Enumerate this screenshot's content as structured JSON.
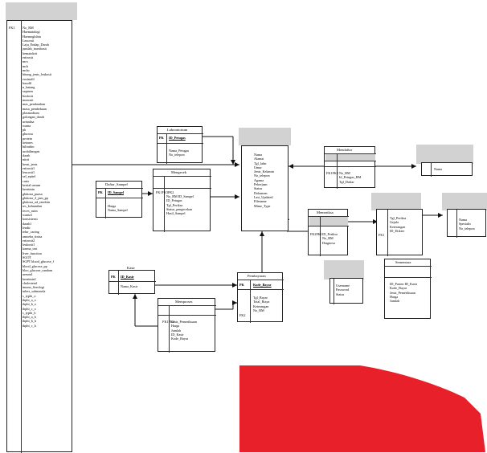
{
  "entities": {
    "hematologi": {
      "title": "",
      "fk_tags": [
        "FK1"
      ],
      "attributes": [
        "No_RM",
        "Haematologi",
        "Haemoglobin",
        "Leucosit",
        "Laju_Endap_Darah",
        "jumlah_trombosit",
        "hematokrit",
        "eritrosit",
        "mcv",
        "mch",
        "mchc",
        "hitung_jenis_leukosit",
        "eosinofil",
        "basofil",
        "n_batang",
        "segmen",
        "limfosit",
        "monosit",
        "mas_pendarahan",
        "masa_pembekuan",
        "plasmodium",
        "golongan_darah",
        "urinalisa",
        "warna",
        "ph",
        "glucosa",
        "protein",
        "ketones",
        "bilirubin",
        "urobilinogen",
        "darah",
        "nitrit",
        "berat_jenis",
        "eritrosit1",
        "leucosit1",
        "sel_epitel",
        "casts",
        "kristal ureum",
        "kreatinin",
        "glukosa_puasa",
        "glukosa_2_jam_pp",
        "glukosa_ad_random",
        "tes_kehamilan",
        "feces_rutin",
        "warna1",
        "konsistensi",
        "darah1",
        "lendir",
        "telur_cacing",
        "amoeba_tinisa",
        "eritrosit2",
        "leukosit1",
        "karma_test",
        "liver_function",
        "SGOT",
        "SGPT blood_glucose_f",
        "blood_glucose_pp",
        "bloo_glucose_random",
        "ureum1",
        "kreatinin1",
        "cholesterol",
        "imuno_Serologi",
        "tubex_salmonela",
        "s_typhi_o",
        "thphi_a_o",
        "thphi_b_o",
        "thphi_c_o",
        "s_typhi_h",
        "thphi_a_h",
        "thphi_b_h",
        "thphi_c_h"
      ]
    },
    "laboratorium": {
      "title": "Laboratorium",
      "pk_tag": "PK",
      "pk": "ID_Petugas",
      "attributes": [
        "Nama_Petugas",
        "No_telepon"
      ]
    },
    "mengecek": {
      "title": "Mengecek",
      "fk_tags": [
        "",
        "FK1",
        "FK3",
        "FK2"
      ],
      "attributes": [
        "No_RM ID_Sampel",
        "ID_Petugas",
        "Tgl_Periksa",
        "Status_pengecekan",
        "Hasil_Sampel"
      ]
    },
    "daftar_sampel": {
      "title": "Daftar_Sampel",
      "pk_tag": "PK",
      "pk": "ID_Sampel",
      "attributes": [
        "Harga",
        "Nama_Sampel"
      ]
    },
    "pasien": {
      "title": "",
      "attributes": [
        "Nama",
        "Alamat",
        "Tgl_lahir",
        "Umur",
        "Jenis_Kelamin",
        "No_telepon",
        "Agama",
        "Pekerjaan",
        "Status",
        "Dokumen",
        "Last_Updated",
        "Filename",
        "Mime_Type"
      ]
    },
    "mendaftar": {
      "title": "Mendaftar",
      "fk_tags": [
        "FK1",
        "FK2"
      ],
      "attributes": [
        "No_RM",
        "Id_Petugas_RM",
        "Tgl_Daftar"
      ]
    },
    "petugas_rm": {
      "title": "",
      "attributes": [
        "Nama"
      ]
    },
    "memeriksa": {
      "title": "Memeriksa",
      "fk_tags": [
        "FK2",
        "FK1"
      ],
      "attributes": [
        "ID_Periksa",
        "No_RM",
        "Diagnosa"
      ]
    },
    "periksa": {
      "title": "",
      "fk_tags": [
        "FK1"
      ],
      "attributes": [
        "Tgl_Periksa",
        "Gejala",
        "Keterangan",
        "ID_Dokter"
      ]
    },
    "dokter": {
      "title": "",
      "attributes": [
        "Nama",
        "Spesialis",
        "No_telepon"
      ]
    },
    "pembayaran": {
      "title": "Pembayaran",
      "pk_tag": "PK",
      "pk": "Kode_Bayar",
      "fk_tags": [
        "FK2"
      ],
      "attributes": [
        "Tgl_Bayar",
        "Total_Biaya",
        "Keterangan",
        "No_RM"
      ]
    },
    "user": {
      "title": "",
      "attributes": [
        "Username",
        "Password",
        "Status"
      ]
    },
    "sementara": {
      "title": "Sementara",
      "attributes": [
        "ID_Pasien ID_Kasir",
        "Kode_Bayar",
        "Jenis_Pemeriksaan",
        "Harga",
        "Jumlah"
      ]
    },
    "kasir": {
      "title": "Kasir",
      "pk_tag": "PK",
      "pk": "ID_Kasir",
      "attributes": [
        "Nama_Kasir"
      ]
    },
    "memproses": {
      "title": "Memproses",
      "fk_tags": [
        "",
        "",
        "",
        "FK1",
        "FK2"
      ],
      "attributes": [
        "Jenis_Pemeriksaan",
        "Harga",
        "Jumlah",
        "ID_Kasir",
        "Kode_Bayar"
      ]
    }
  },
  "colors": {
    "header_fill": "#d2d2d2",
    "border": "#222222",
    "red_shape": "#e8202a"
  }
}
